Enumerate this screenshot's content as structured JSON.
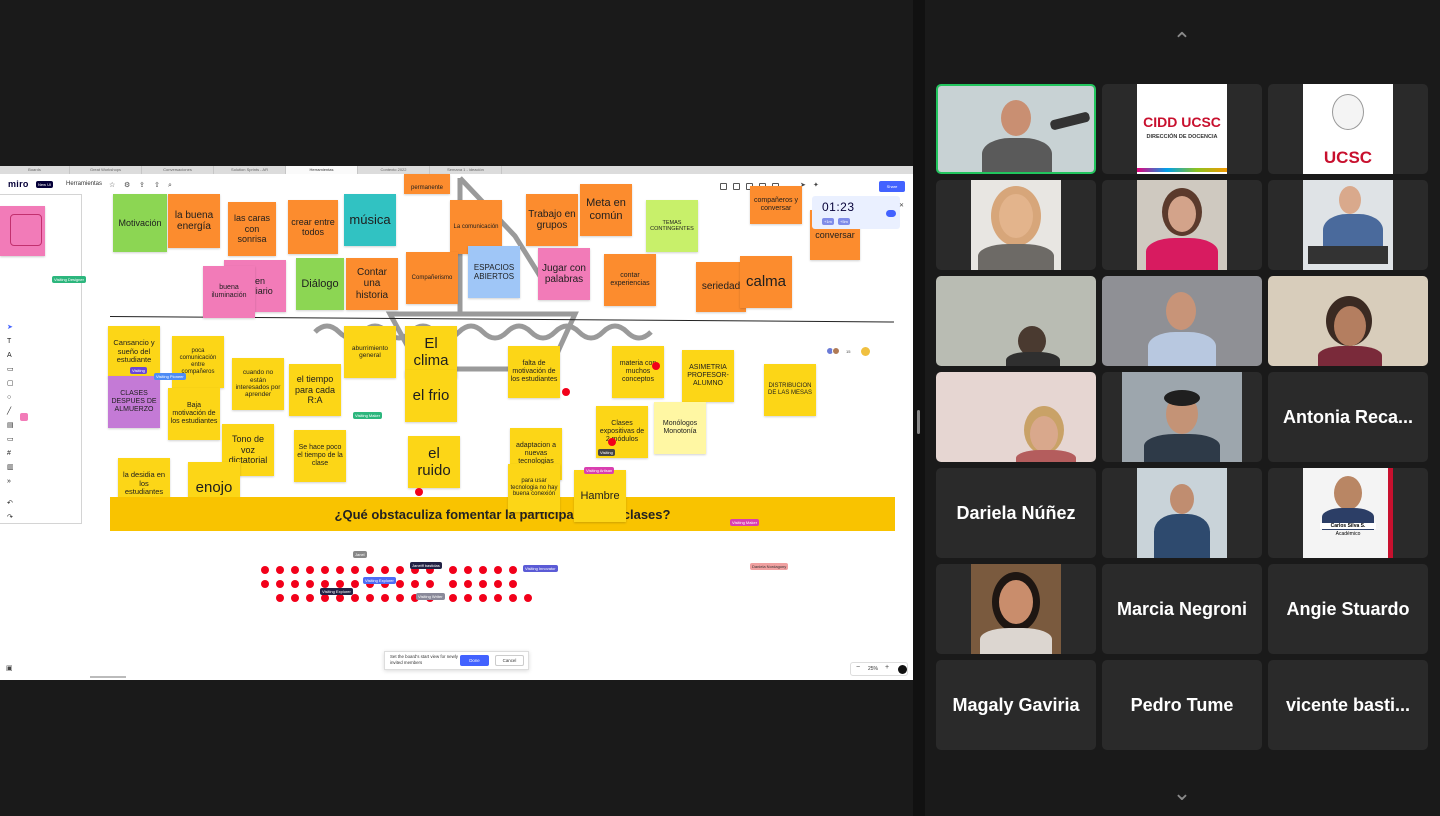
{
  "browser_tabs": [
    "Boards",
    "Great Workshops",
    "Conversaciones",
    "Solution Sprints - AR",
    "Herramientas",
    "Contexto 2022",
    "Semana 1 - ideación"
  ],
  "miro": {
    "logo": "miro",
    "badge": "New UI",
    "board_name": "Herramientas",
    "share_label": "Share",
    "collaborator_count": "15",
    "timer": "01:23",
    "timer_buttons": [
      "+1m",
      "+5m"
    ],
    "zoom": "25%",
    "start_view_text": "Set the board's start view for newly invited members",
    "done_label": "Done",
    "cancel_label": "Cancel",
    "banner": "¿Qué obstaculiza fomentar la participación en clases?"
  },
  "stickies": [
    {
      "text": "Motivación",
      "c": "g"
    },
    {
      "text": "la buena energía",
      "c": "o"
    },
    {
      "text": "las caras con sonrisa",
      "c": "o"
    },
    {
      "text": "crear entre todos",
      "c": "o"
    },
    {
      "text": "música",
      "c": "t"
    },
    {
      "text": "permanente",
      "c": "o"
    },
    {
      "text": "La comunicación",
      "c": "o"
    },
    {
      "text": "Trabajo en grupos",
      "c": "o"
    },
    {
      "text": "Meta en común",
      "c": "o"
    },
    {
      "text": "TEMAS CONTINGENTES",
      "c": "gl"
    },
    {
      "text": "compañeros y conversar",
      "c": "o"
    },
    {
      "text": "conversar",
      "c": "o"
    },
    {
      "text": "buena iluminación",
      "c": "p"
    },
    {
      "text": "buen auxiliario",
      "c": "p"
    },
    {
      "text": "Diálogo",
      "c": "g"
    },
    {
      "text": "Contar una historia",
      "c": "o"
    },
    {
      "text": "Compañerismo",
      "c": "o"
    },
    {
      "text": "ESPACIOS ABIERTOS",
      "c": "b"
    },
    {
      "text": "Jugar con palabras",
      "c": "p"
    },
    {
      "text": "contar experiencias",
      "c": "o"
    },
    {
      "text": "seriedad",
      "c": "o"
    },
    {
      "text": "calma",
      "c": "o"
    },
    {
      "text": "Cansancio y sueño del estudiante",
      "c": "y"
    },
    {
      "text": "poca comunicación entre compañeros",
      "c": "y"
    },
    {
      "text": "aburrimiento general",
      "c": "y"
    },
    {
      "text": "El clima",
      "c": "y"
    },
    {
      "text": "el frio",
      "c": "y"
    },
    {
      "text": "falta de motivación de los estudiantes",
      "c": "y"
    },
    {
      "text": "materia con muchos conceptos",
      "c": "y"
    },
    {
      "text": "ASIMETRIA PROFESOR-ALUMNO",
      "c": "y"
    },
    {
      "text": "DISTRIBUCION DE LAS MESAS",
      "c": "y"
    },
    {
      "text": "CLASES DESPUES DE ALMUERZO",
      "c": "v"
    },
    {
      "text": "Baja motivación de los estudiantes",
      "c": "y"
    },
    {
      "text": "cuando no están interesados por aprender",
      "c": "y"
    },
    {
      "text": "el tiempo para cada R:A",
      "c": "y"
    },
    {
      "text": "Clases expositivas de 2 módulos",
      "c": "y"
    },
    {
      "text": "Monólogos Monotonía",
      "c": "ly"
    },
    {
      "text": "Tono de voz dictatorial",
      "c": "y"
    },
    {
      "text": "Se hace poco el tiempo de la clase",
      "c": "y"
    },
    {
      "text": "el ruido",
      "c": "y"
    },
    {
      "text": "adaptacion a nuevas tecnologias",
      "c": "y"
    },
    {
      "text": "la desidia en los estudiantes",
      "c": "y"
    },
    {
      "text": "enojo",
      "c": "y"
    },
    {
      "text": "para usar tecnologia no hay buena conexión",
      "c": "y"
    },
    {
      "text": "Hambre",
      "c": "y"
    }
  ],
  "cursors": [
    {
      "label": "Visiting Designer",
      "color": "#2cb67d"
    },
    {
      "label": "Visiting Pioneer",
      "color": "#4e8cf5"
    },
    {
      "label": "Visiting Maker",
      "color": "#2cb67d"
    },
    {
      "label": "Visiting Artisan",
      "color": "#d93fb0"
    },
    {
      "label": "Visiting",
      "color": "#444444"
    },
    {
      "label": "Visiting Maker",
      "color": "#d93fb0"
    },
    {
      "label": "Janeiff bastidas",
      "color": "#222244"
    },
    {
      "label": "Visiting Innovator",
      "color": "#5b5bd6"
    },
    {
      "label": "Visiting Explorer",
      "color": "#4e6cf5"
    },
    {
      "label": "Visiting Explorer",
      "color": "#222244"
    },
    {
      "label": "Visiting Writer",
      "color": "#8a8a9a"
    },
    {
      "label": "Daniela Nordagony",
      "color": "#f0a0a0"
    },
    {
      "label": "Janel",
      "color": "#888888"
    },
    {
      "label": "Visiting",
      "color": "#6b47d6"
    }
  ],
  "participants": [
    {
      "name": "",
      "video": true
    },
    {
      "name": "",
      "video": true,
      "logo": "CIDD UCSC",
      "logo_sub": "DIRECCIÓN DE DOCENCIA"
    },
    {
      "name": "",
      "video": true,
      "logo": "UCSC"
    },
    {
      "name": "",
      "video": true
    },
    {
      "name": "",
      "video": true
    },
    {
      "name": "",
      "video": true
    },
    {
      "name": "",
      "video": true
    },
    {
      "name": "",
      "video": true
    },
    {
      "name": "",
      "video": true
    },
    {
      "name": "",
      "video": true
    },
    {
      "name": "",
      "video": true
    },
    {
      "name": "Antonia Reca...",
      "video": false
    },
    {
      "name": "Dariela Núñez",
      "video": false
    },
    {
      "name": "",
      "video": true
    },
    {
      "name": "",
      "video": true,
      "caption": "Carlos Silva S.",
      "caption2": "Académico"
    },
    {
      "name": "",
      "video": true
    },
    {
      "name": "Marcia Negroni",
      "video": false
    },
    {
      "name": "Angie Stuardo",
      "video": false
    },
    {
      "name": "Magaly Gaviria",
      "video": false
    },
    {
      "name": "Pedro Tume",
      "video": false
    },
    {
      "name": "vicente basti...",
      "video": false
    }
  ],
  "icons": [
    "chevron-up-icon",
    "chevron-down-icon"
  ]
}
